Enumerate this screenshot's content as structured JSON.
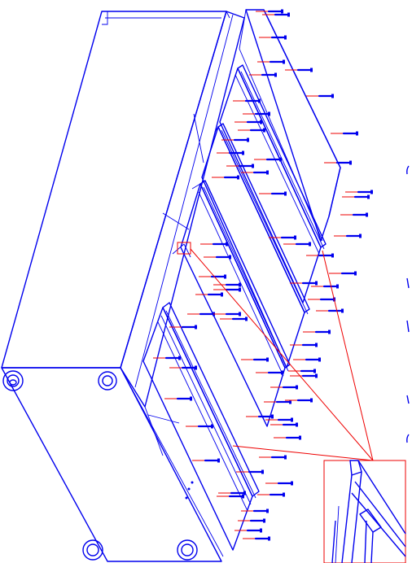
{
  "drawing": {
    "kind": "exploded-assembly",
    "colors": {
      "line": "#0000ee",
      "screw_leader": "#ee0000",
      "background": "#ffffff"
    },
    "parts": [
      "cabinet-body",
      "top-panel",
      "drawer-front-1",
      "drawer-front-2",
      "drawer-front-3",
      "drawer-front-4",
      "screws",
      "detail-callout"
    ]
  }
}
